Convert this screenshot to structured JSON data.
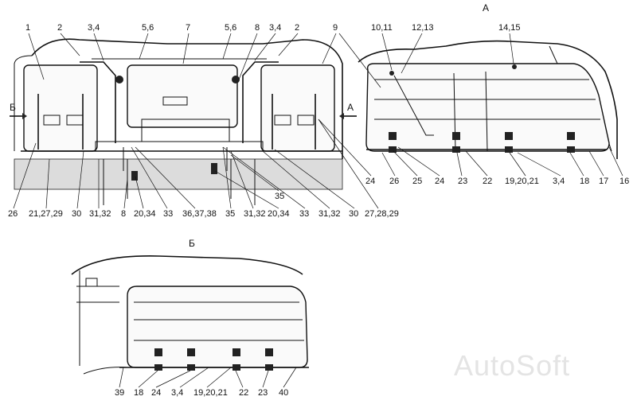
{
  "views": {
    "view_a": {
      "label": "А"
    },
    "view_b": {
      "label": "Б"
    }
  },
  "arrows": {
    "b_arrow": "Б",
    "a_arrow": "А"
  },
  "front": {
    "top_labels": [
      "1",
      "2",
      "3,4",
      "5,6",
      "7",
      "5,6",
      "8",
      "3,4",
      "2"
    ],
    "bottom_labels": [
      "26",
      "21,27,29",
      "30",
      "31,32",
      "8",
      "20,34",
      "33",
      "36,37,38",
      "35",
      "31,32",
      "35",
      "20,34",
      "33",
      "31,32",
      "30",
      "27,28,29"
    ]
  },
  "side_a": {
    "top_labels": [
      "9",
      "10,11",
      "12,13",
      "14,15"
    ],
    "bottom_labels": [
      "24",
      "26",
      "25",
      "24",
      "23",
      "22",
      "19,20,21",
      "3,4",
      "18",
      "17",
      "16"
    ]
  },
  "side_b": {
    "bottom_labels": [
      "39",
      "18",
      "24",
      "3,4",
      "19,20,21",
      "22",
      "23",
      "40"
    ]
  },
  "watermark": "AutoSoft"
}
